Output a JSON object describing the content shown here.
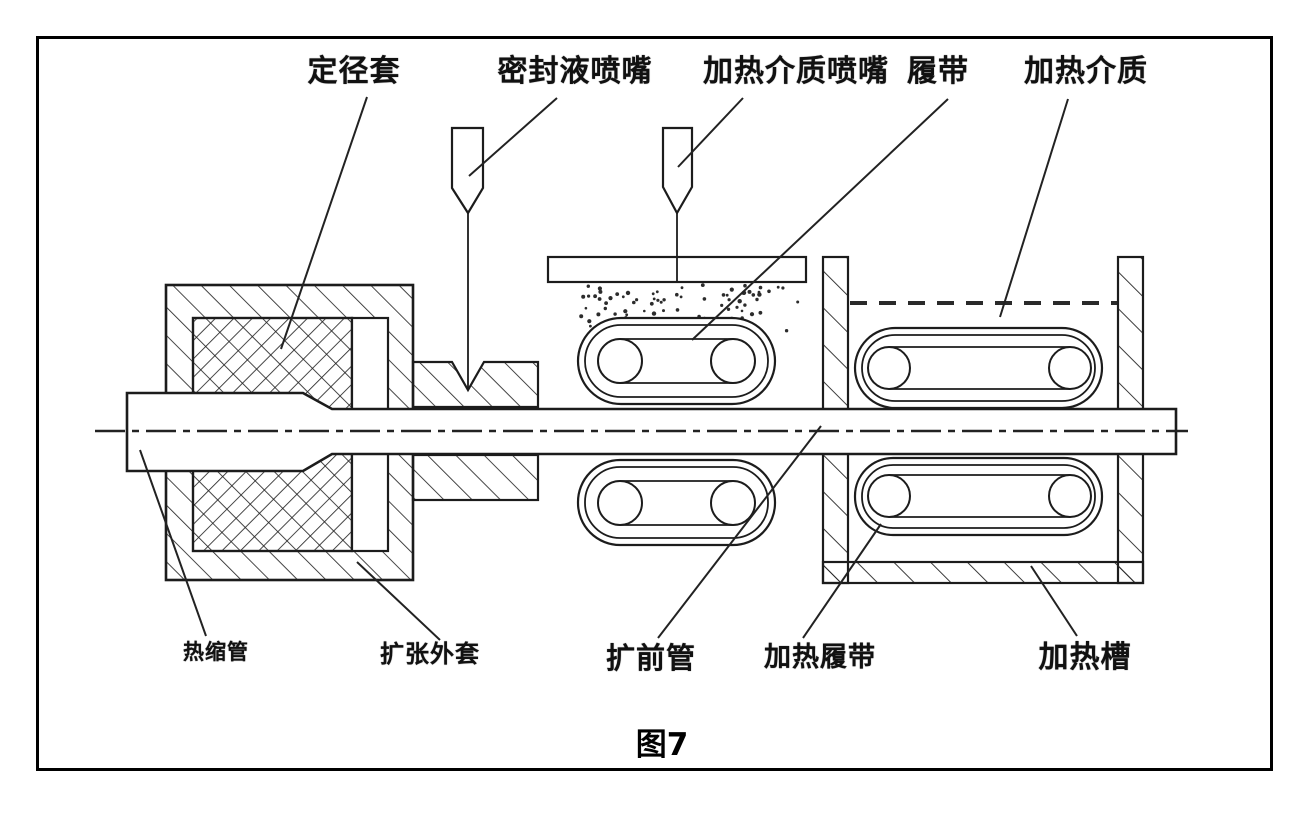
{
  "figure": {
    "caption": "图7",
    "top_labels": [
      {
        "text": "定径套"
      },
      {
        "text": "密封液喷嘴"
      },
      {
        "text": "加热介质喷嘴"
      },
      {
        "text": "履带"
      },
      {
        "text": "加热介质"
      }
    ],
    "bottom_labels": [
      {
        "text": "热缩管"
      },
      {
        "text": "扩张外套"
      },
      {
        "text": "扩前管"
      },
      {
        "text": "加热履带"
      },
      {
        "text": "加热槽"
      }
    ]
  },
  "colors": {
    "line": "#1c1c1c",
    "background": "#ffffff"
  }
}
